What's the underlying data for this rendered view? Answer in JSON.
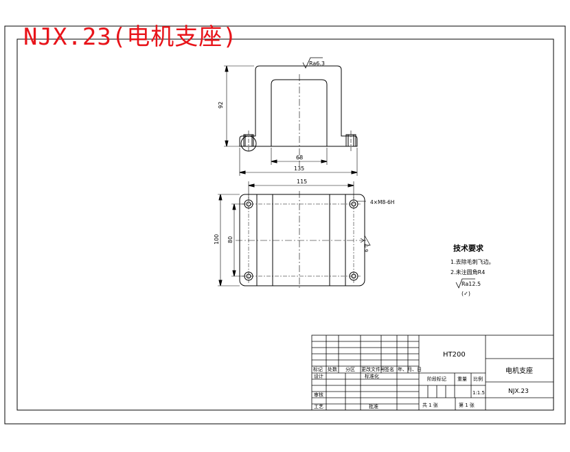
{
  "drawing_title": "NJX.23(电机支座)",
  "front_view": {
    "roughness_label": "Ra6.3",
    "dim_height": "92",
    "dim_inner_width": "68",
    "dim_overall_width": "135"
  },
  "top_view": {
    "dim_hole_spacing": "115",
    "dim_overall_height": "100",
    "dim_inner_height": "80",
    "dim_holes": "4×M8-6H",
    "dim_side": "6 ▽"
  },
  "tech_requirements": {
    "heading": "技术要求",
    "item1": "1.去除毛刺飞边。",
    "item2": "2.未注圆角R4",
    "roughness": "Ra12.5",
    "paren": "(✓)"
  },
  "title_block": {
    "material": "HT200",
    "part_name": "电机支座",
    "drawing_no": "NJX.23",
    "scale": "1:1.5",
    "headers": [
      "标记",
      "处数",
      "分区",
      "更改文件号",
      "签名",
      "年、月、日"
    ],
    "design": "设计",
    "standardize": "标准化",
    "review": "审核",
    "process": "工艺",
    "approve": "批准",
    "stage_mark": "阶段标记",
    "weight": "重量",
    "ratio": "比例",
    "sheets_total": "共 1 张",
    "sheet_no": "第 1 张"
  }
}
